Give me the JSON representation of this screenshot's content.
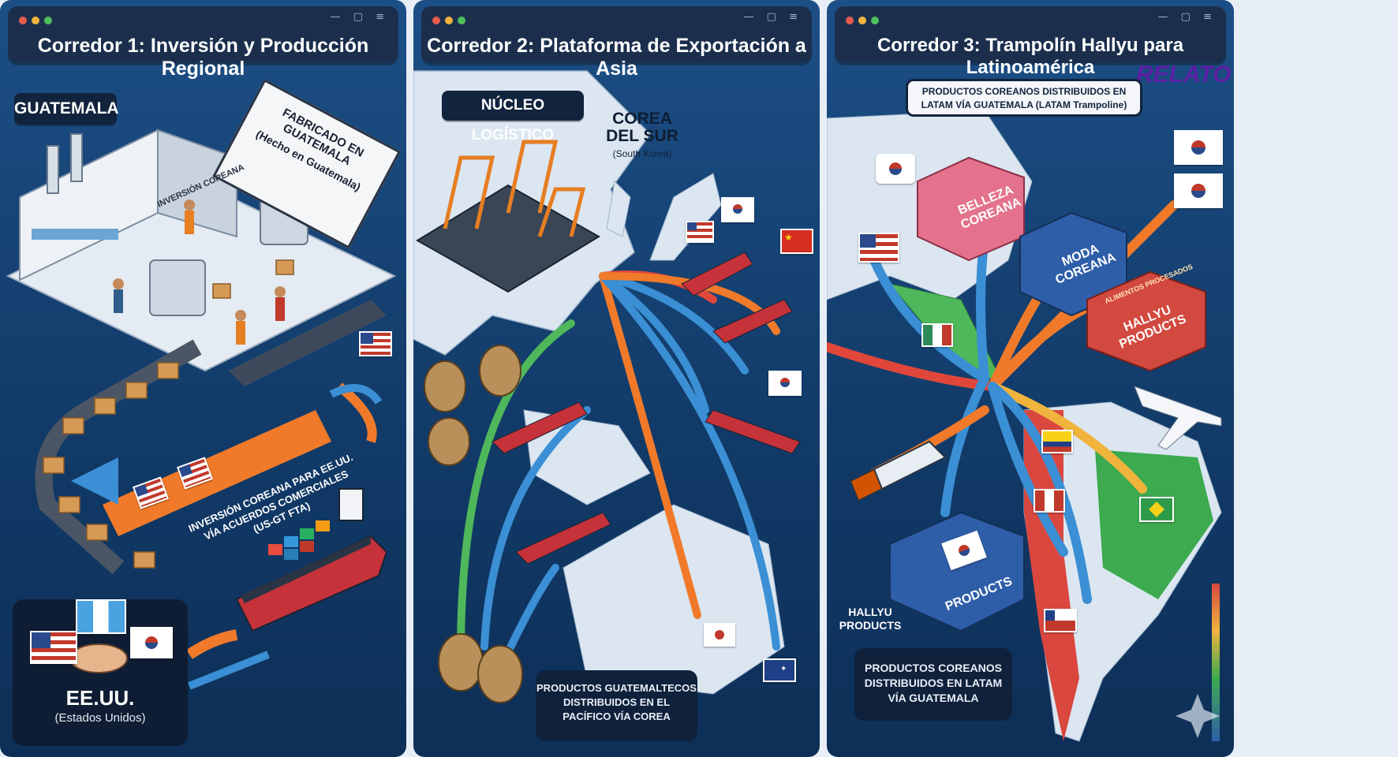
{
  "panels": [
    {
      "title": "Corredor 1: Inversión y Producción Regional",
      "label_guatemala": "GUATEMALA",
      "sign_title": "FABRICADO EN GUATEMALA",
      "sign_sub": "(Hecho en Guatemala)",
      "factory_label": "INVERSIÓN COREANA",
      "banner_line1": "INVERSIÓN COREANA PARA EE.UU.",
      "banner_line2": "VÍA ACUERDOS COMERCIALES",
      "banner_line3": "(US-GT FTA)",
      "usa_label": "EE.UU.",
      "usa_sub": "(Estados Unidos)"
    },
    {
      "title": "Corredor 2: Plataforma de Exportación a Asia",
      "label_hub": "NÚCLEO LOGÍSTICO",
      "korea_line1": "COREA",
      "korea_line2": "DEL SUR",
      "korea_sub": "(South Korea)",
      "callout_line1": "PRODUCTOS GUATEMALTECOS",
      "callout_line2": "DISTRIBUIDOS EN EL",
      "callout_line3": "PACÍFICO VÍA COREA"
    },
    {
      "title": "Corredor 3: Trampolín Hallyu para Latinoamérica",
      "brand": "RELATO",
      "top_line1": "PRODUCTOS COREANOS DISTRIBUIDOS EN",
      "top_line2": "LATAM VÍA GUATEMALA (LATAM Trampoline)",
      "box_beauty": "BELLEZA COREANA",
      "box_fashion": "MODA COREANA",
      "box_hallyu_small": "ALIMENTOS PROCESADOS",
      "box_hallyu": "HALLYU PRODUCTS",
      "hallyu_left_line1": "HALLYU",
      "hallyu_left_line2": "PRODUCTS",
      "products_word": "PRODUCTS",
      "callout_line1": "PRODUCTOS COREANOS",
      "callout_line2": "DISTRIBUIDOS EN LATAM",
      "callout_line3": "VÍA GUATEMALA"
    }
  ],
  "colors": {
    "panel_bg": "#1c4f86",
    "titlebar": "#1b2f4d",
    "arrow_orange": "#f07a2a",
    "arrow_blue": "#3b8fd4",
    "arrow_green": "#4fb85a",
    "arrow_red": "#e0473a",
    "land_light": "#dbe6f1"
  }
}
